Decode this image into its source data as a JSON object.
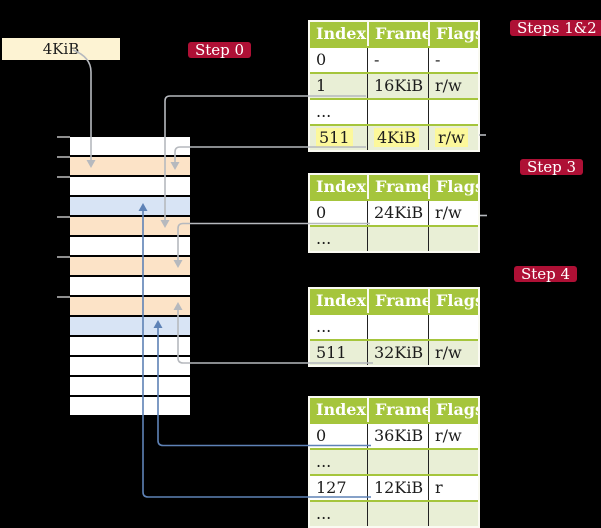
{
  "frame_box": {
    "label": "4KiB"
  },
  "badges": {
    "step0": "Step 0",
    "steps12": "Steps 1&2",
    "step3": "Step 3",
    "step4": "Step 4"
  },
  "memory": {
    "rows": [
      "white",
      "peach",
      "white",
      "blue",
      "peach",
      "white",
      "peach",
      "white",
      "peach",
      "blue",
      "white",
      "white",
      "white",
      "white"
    ]
  },
  "tables": [
    {
      "id": "page-table-steps-1-2",
      "headers": [
        "Index",
        "Frame",
        "Flags"
      ],
      "rows": [
        {
          "cells": [
            "0",
            "-",
            "-"
          ],
          "highlight": false
        },
        {
          "cells": [
            "1",
            "16KiB",
            "r/w"
          ],
          "highlight": false
        },
        {
          "cells": [
            "...",
            "",
            ""
          ],
          "highlight": false
        },
        {
          "cells": [
            "511",
            "4KiB",
            "r/w"
          ],
          "highlight": true
        }
      ]
    },
    {
      "id": "page-table-step-3",
      "headers": [
        "Index",
        "Frame",
        "Flags"
      ],
      "rows": [
        {
          "cells": [
            "0",
            "24KiB",
            "r/w"
          ],
          "highlight": false
        },
        {
          "cells": [
            "...",
            "",
            ""
          ],
          "highlight": false
        }
      ]
    },
    {
      "id": "page-table-step-4a",
      "headers": [
        "Index",
        "Frame",
        "Flags"
      ],
      "rows": [
        {
          "cells": [
            "...",
            "",
            ""
          ],
          "highlight": false
        },
        {
          "cells": [
            "511",
            "32KiB",
            "r/w"
          ],
          "highlight": false
        }
      ]
    },
    {
      "id": "page-table-step-4b",
      "headers": [
        "Index",
        "Frame",
        "Flags"
      ],
      "rows": [
        {
          "cells": [
            "0",
            "36KiB",
            "r/w"
          ],
          "highlight": false
        },
        {
          "cells": [
            "...",
            "",
            ""
          ],
          "highlight": false
        },
        {
          "cells": [
            "127",
            "12KiB",
            "r"
          ],
          "highlight": false
        },
        {
          "cells": [
            "...",
            "",
            ""
          ],
          "highlight": false
        }
      ]
    }
  ],
  "colors": {
    "background": "#000000",
    "table_header_green": "#a5c53c",
    "table_row_green": "#e9efd6",
    "table_border_white": "#fafaf2",
    "memory_peach": "#fce3c7",
    "memory_blue": "#d8e4f5",
    "frame_box_cream": "#fdf3d3",
    "highlight_yellow": "#fcf89b",
    "badge_crimson": "#ae1035",
    "arrow_gray": "#b6b9be",
    "arrow_blue": "#5e82b6"
  }
}
